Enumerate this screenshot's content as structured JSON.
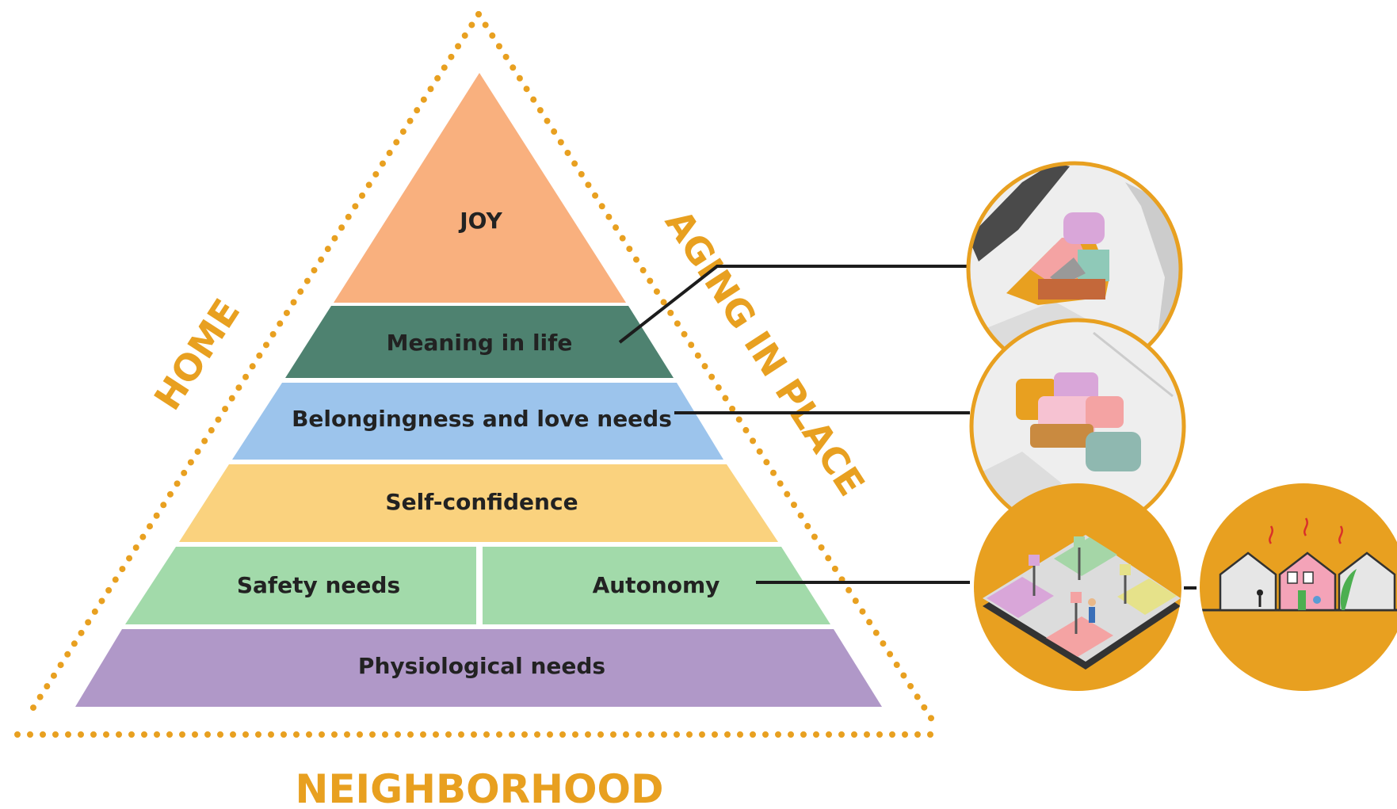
{
  "levels": {
    "joy": "JOY",
    "meaning": "Meaning in life",
    "belonging": "Belongingness and love needs",
    "self_confidence": "Self-confidence",
    "safety": "Safety needs",
    "autonomy": "Autonomy",
    "physiological": "Physiological needs"
  },
  "side_labels": {
    "left": "HOME",
    "right": "AGING IN PLACE",
    "bottom": "NEIGHBORHOOD"
  },
  "illustrations": [
    "building-complex-illustration",
    "building-block-illustration",
    "neighborhood-plaza-illustration",
    "houses-illustration"
  ],
  "colors": {
    "accent": "#E8A020",
    "joy": "#F9B07E",
    "meaning": "#4E8270",
    "belonging": "#9CC4EC",
    "self_confidence": "#FAD27E",
    "safety": "#A2DAAA",
    "autonomy": "#A2DAAA",
    "physiological": "#B098C8",
    "label_text": "#222222"
  }
}
